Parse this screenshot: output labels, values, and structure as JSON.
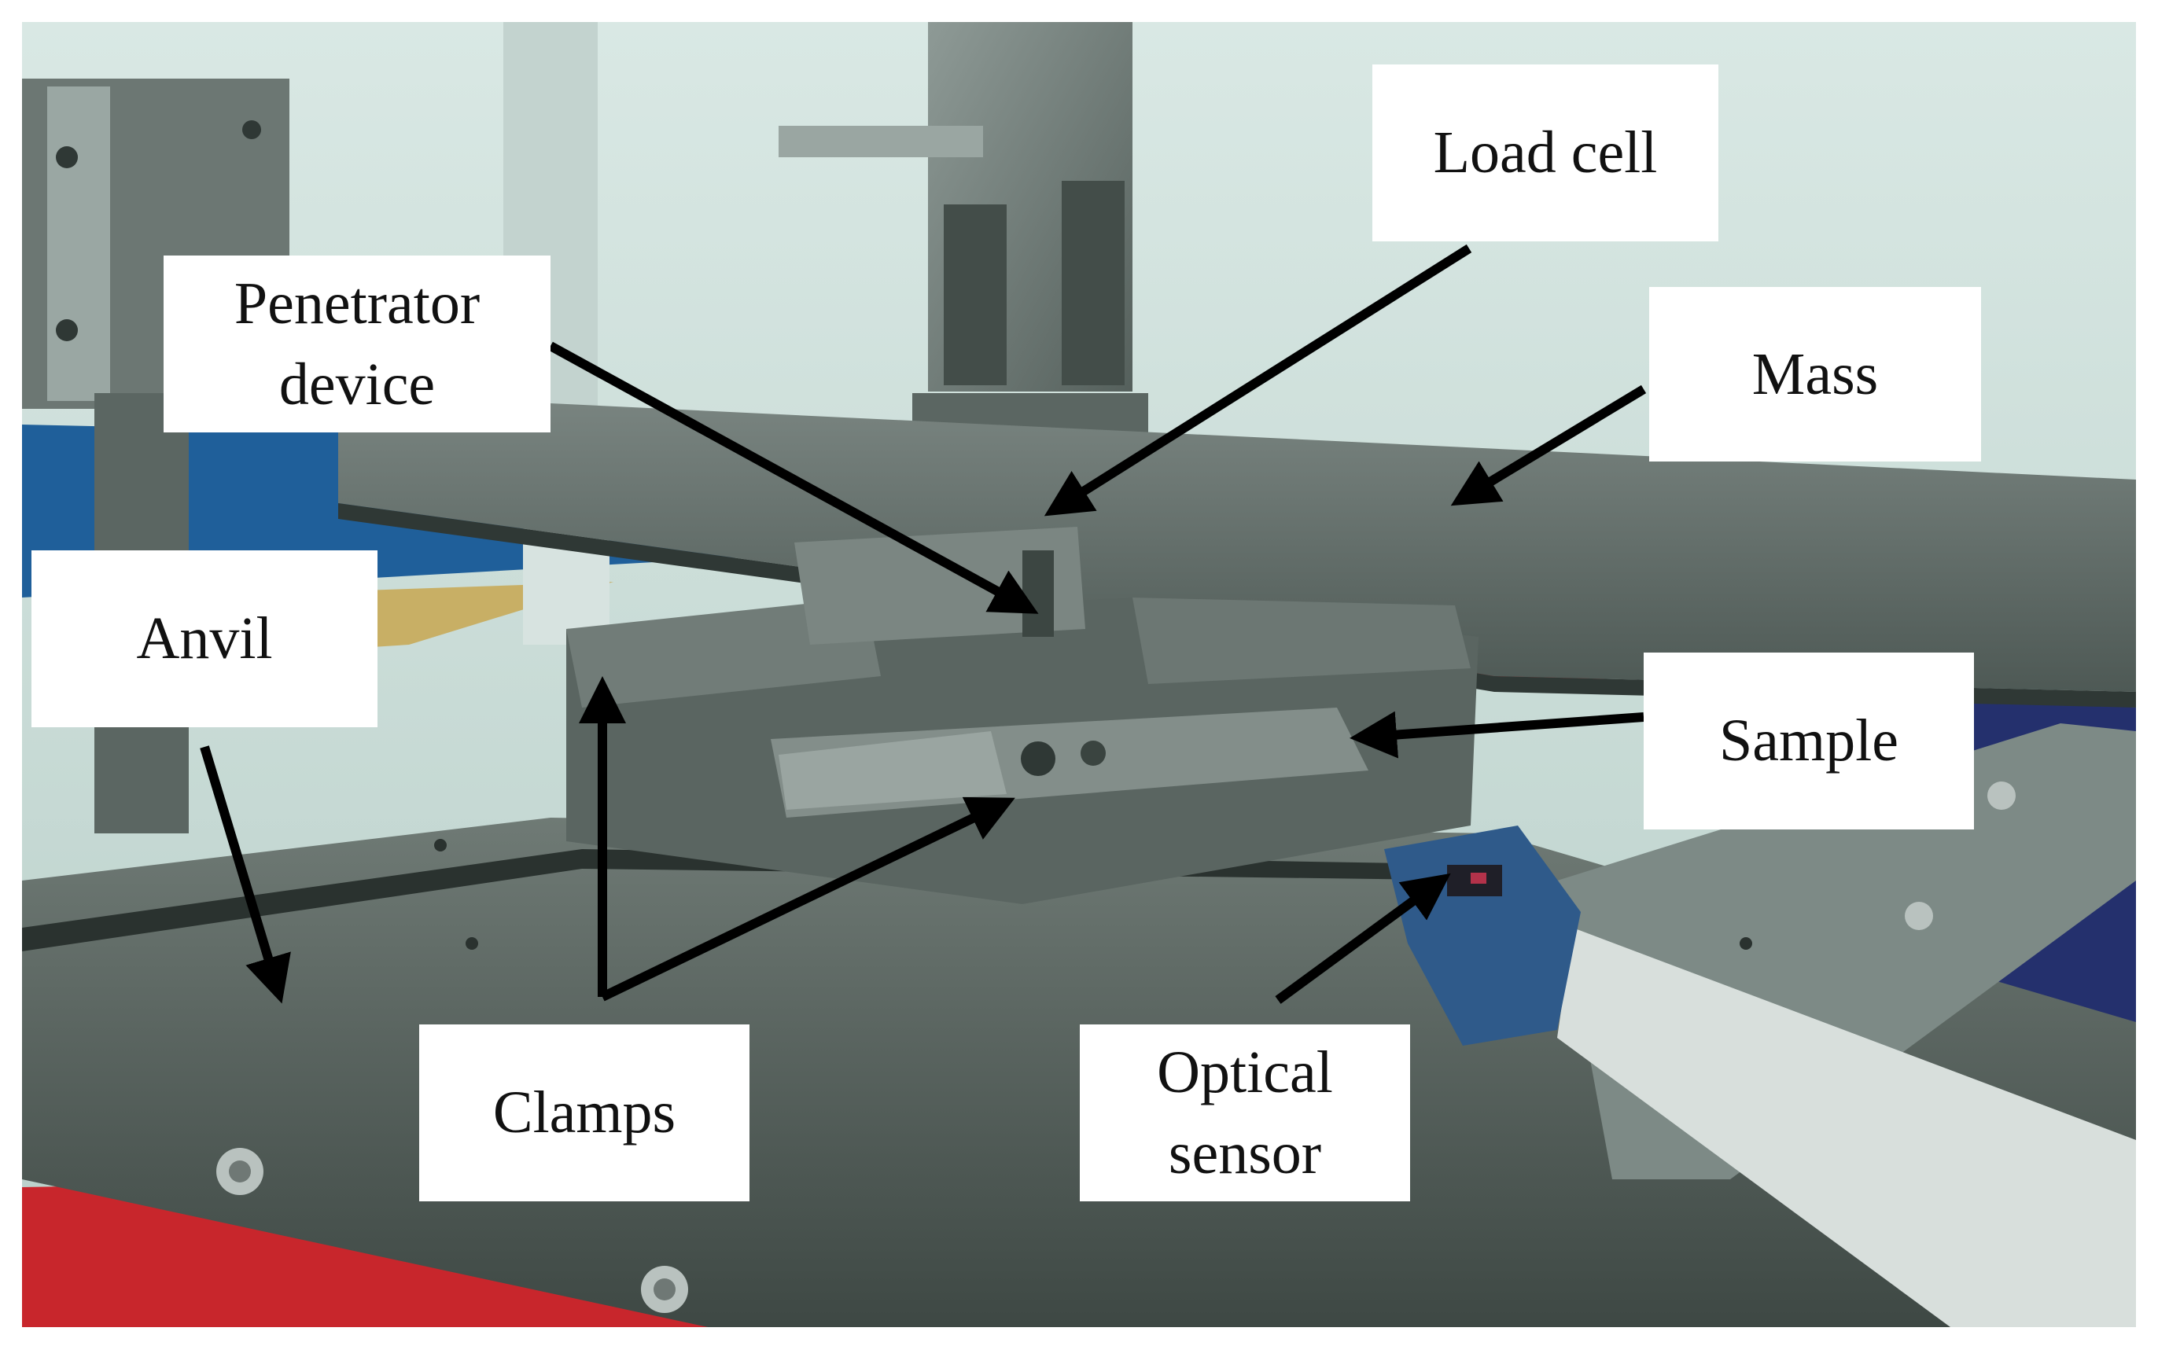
{
  "figure": {
    "description_labels": {
      "load_cell": "Load cell",
      "penetrator_line1": "Penetrator",
      "penetrator_line2": "device",
      "mass": "Mass",
      "anvil": "Anvil",
      "sample": "Sample",
      "clamps": "Clamps",
      "optical_line1": "Optical",
      "optical_line2": "sensor"
    },
    "colors": {
      "label_background": "#ffffff",
      "arrow": "#000000",
      "floor_blue": "#1f5f9a",
      "floor_red": "#c8262c",
      "fixture_gray": "#5f6b66",
      "background_wall": "#cfe1dd"
    }
  }
}
